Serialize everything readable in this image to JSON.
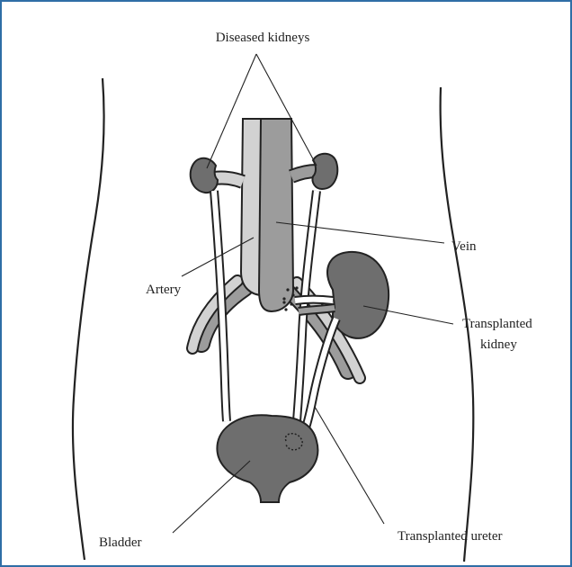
{
  "labels": {
    "diseased_kidneys": "Diseased kidneys",
    "vein": "Vein",
    "artery": "Artery",
    "transplanted_kidney_line1": "Transplanted",
    "transplanted_kidney_line2": "kidney",
    "bladder": "Bladder",
    "transplanted_ureter": "Transplanted ureter"
  },
  "colors": {
    "border": "#2f6ea6",
    "organ_fill": "#6e6e6e",
    "vessel_dark": "#9c9c9c",
    "vessel_light": "#d2d2d2",
    "outline": "#222222"
  }
}
